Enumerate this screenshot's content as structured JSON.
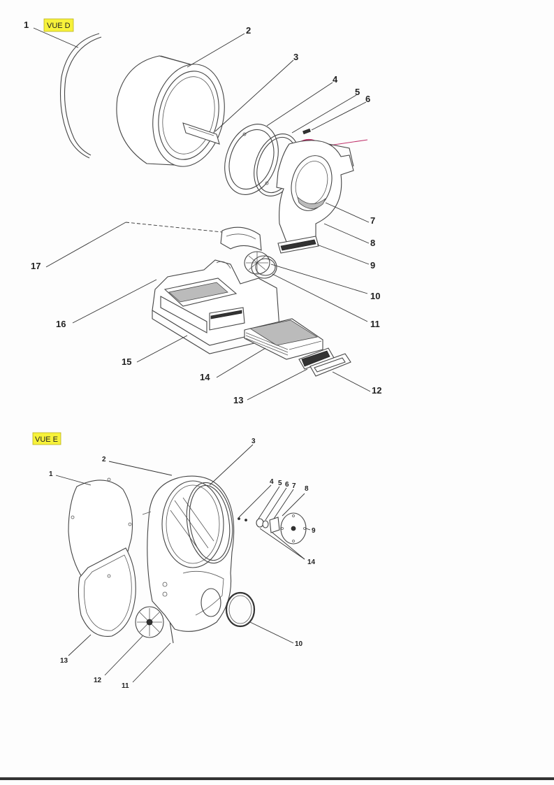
{
  "view_d": {
    "tag": "VUE D",
    "labels": [
      "1",
      "2",
      "3",
      "4",
      "5",
      "6",
      "7",
      "8",
      "9",
      "10",
      "11",
      "12",
      "13",
      "14",
      "15",
      "16",
      "17"
    ]
  },
  "view_e": {
    "tag": "VUE E",
    "labels": [
      "1",
      "2",
      "3",
      "4",
      "5",
      "6",
      "7",
      "8",
      "9",
      "10",
      "11",
      "12",
      "13",
      "14"
    ]
  },
  "colors": {
    "tag_fill": "#f7f23a",
    "highlight_circle": "#c0306a",
    "line": "#444444"
  }
}
